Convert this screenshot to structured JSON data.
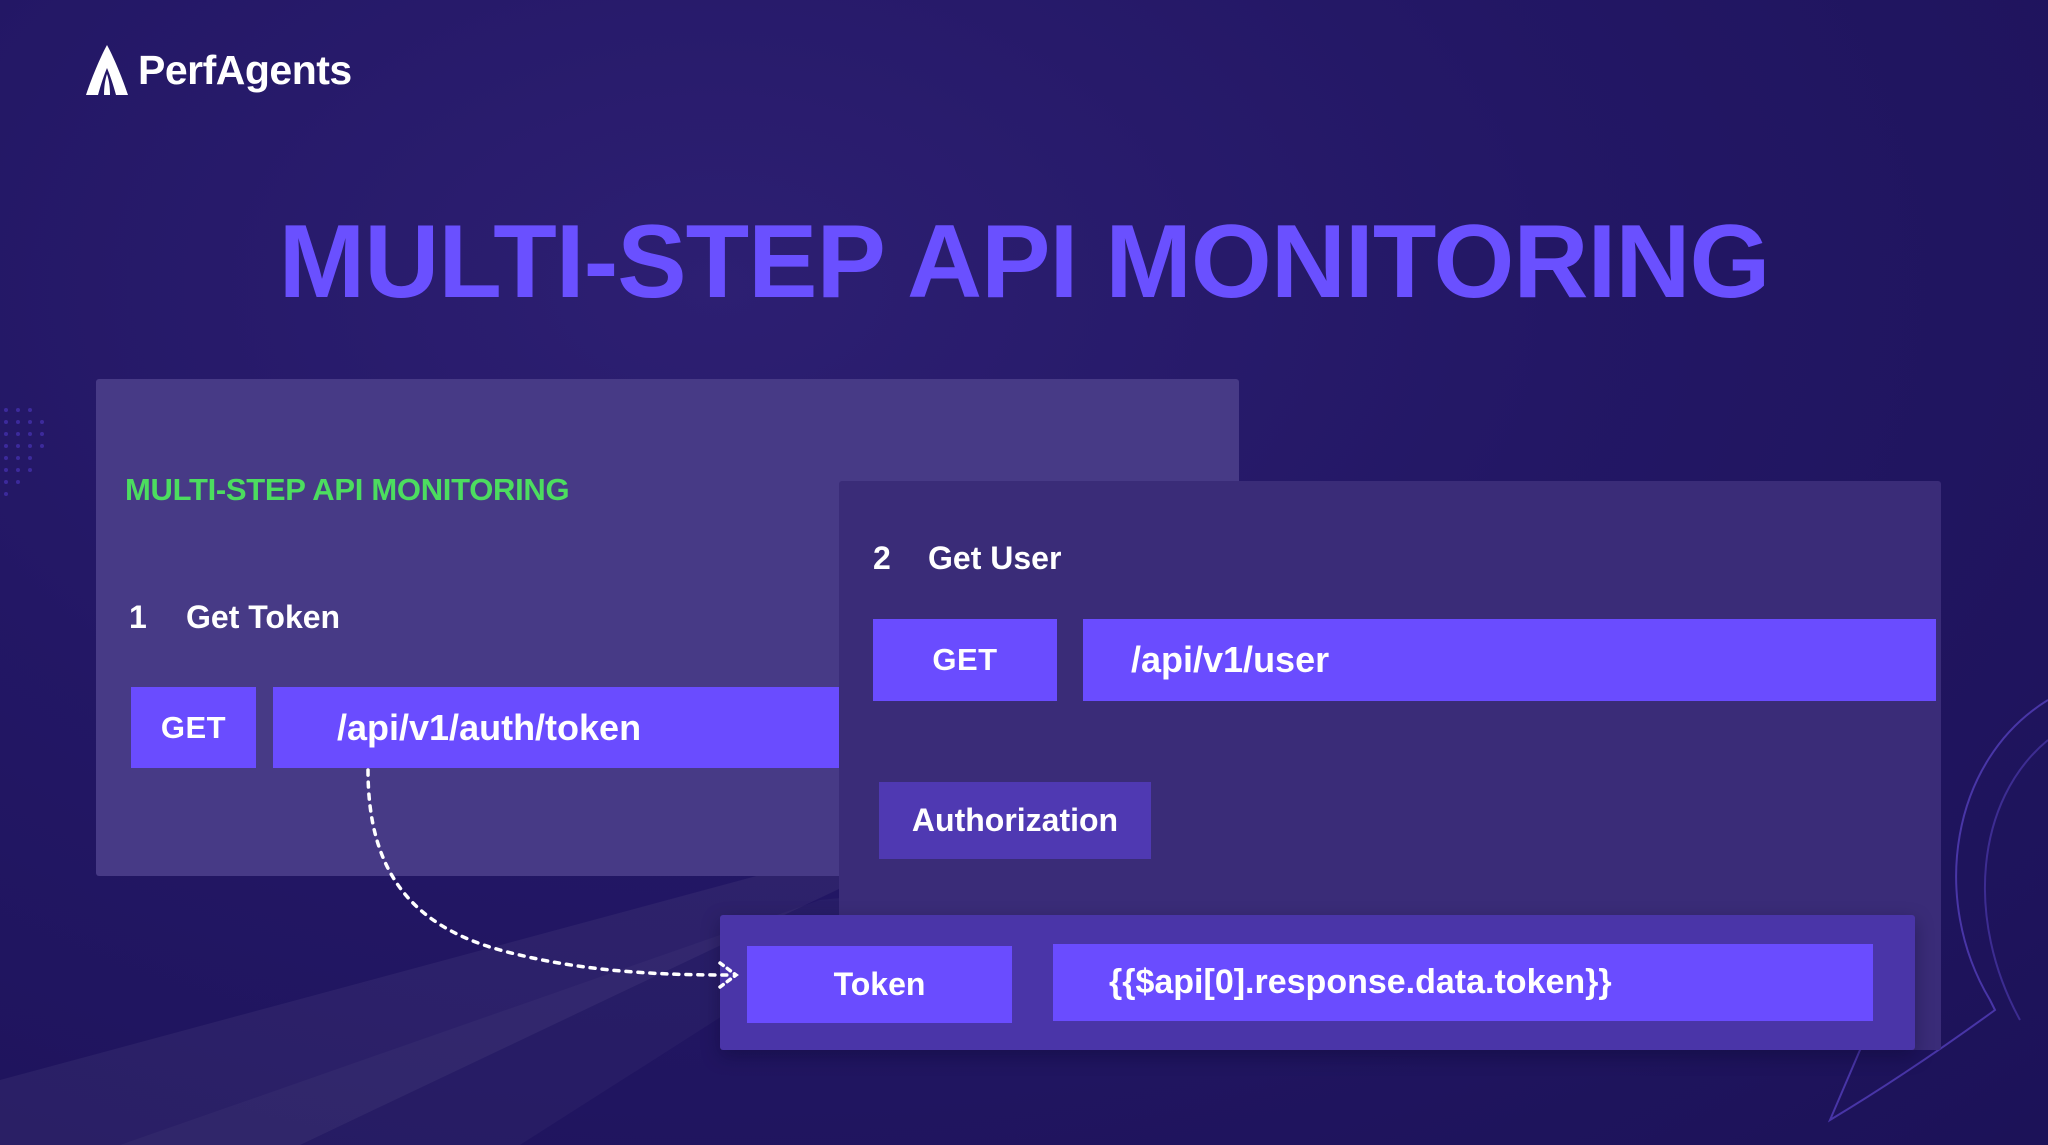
{
  "brand": {
    "name": "PerfAgents",
    "logo_icon": "rocket-logo-icon"
  },
  "title": "MULTI-STEP API MONITORING",
  "panel": {
    "heading": "MULTI-STEP API MONITORING",
    "step1": {
      "number": "1",
      "name": "Get Token",
      "method": "GET",
      "endpoint": "/api/v1/auth/token"
    },
    "step2": {
      "number": "2",
      "name": "Get User",
      "method": "GET",
      "endpoint": "/api/v1/user",
      "header_label": "Authorization"
    },
    "token_mapping": {
      "key": "Token",
      "value": "{{$api[0].response.data.token}}"
    }
  },
  "colors": {
    "background": "#231765",
    "accent": "#6a4cff",
    "title": "#6a50ff",
    "heading_green": "#4cdd5f",
    "panel_primary": "#473a86",
    "panel_secondary": "#3a2c78"
  }
}
